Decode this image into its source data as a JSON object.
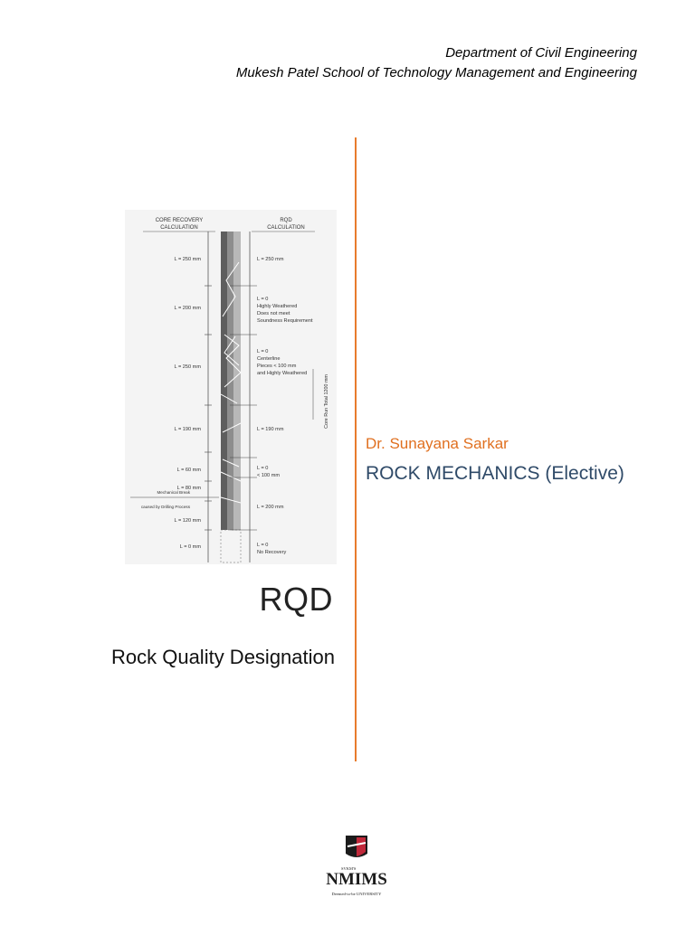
{
  "header": {
    "line1": "Department of Civil Engineering",
    "line2": "Mukesh Patel School of Technology Management and Engineering"
  },
  "figure": {
    "left_heading": [
      "CORE RECOVERY",
      "CALCULATION"
    ],
    "right_heading": [
      "RQD",
      "CALCULATION"
    ],
    "left_labels": [
      "L = 250 mm",
      "L = 200 mm",
      "L = 250 mm",
      "L = 190 mm",
      "L = 60 mm",
      "L = 80 mm",
      "L = 120 mm",
      "L = 0 mm"
    ],
    "mech_break": [
      "Mechanical Break",
      "caused by Drilling Process"
    ],
    "right_labels": [
      [
        "L = 250 mm"
      ],
      [
        "L = 0",
        "Highly Weathered",
        "Does not meet",
        "Soundness Requirement"
      ],
      [
        "L = 0",
        "Centerline",
        "Pieces < 100 mm",
        "and Highly Weathered"
      ],
      [
        "L = 190 mm"
      ],
      [
        "L = 0",
        "< 100 mm"
      ],
      [
        "L = 200 mm"
      ],
      [
        "L = 0",
        "No Recovery"
      ]
    ],
    "core_run_total": "Core Run Total 1200 mm"
  },
  "title": "RQD",
  "subtitle": "Rock Quality Designation",
  "author": "Dr. Sunayana Sarkar",
  "course": "ROCK MECHANICS (Elective)",
  "logo": {
    "top_text": "SVKM'S",
    "main_text": "NMIMS",
    "bottom_text": "Deemed-to-be UNIVERSITY"
  },
  "colors": {
    "accent_orange": "#e87b2c",
    "course_blue": "#2f4a68"
  }
}
